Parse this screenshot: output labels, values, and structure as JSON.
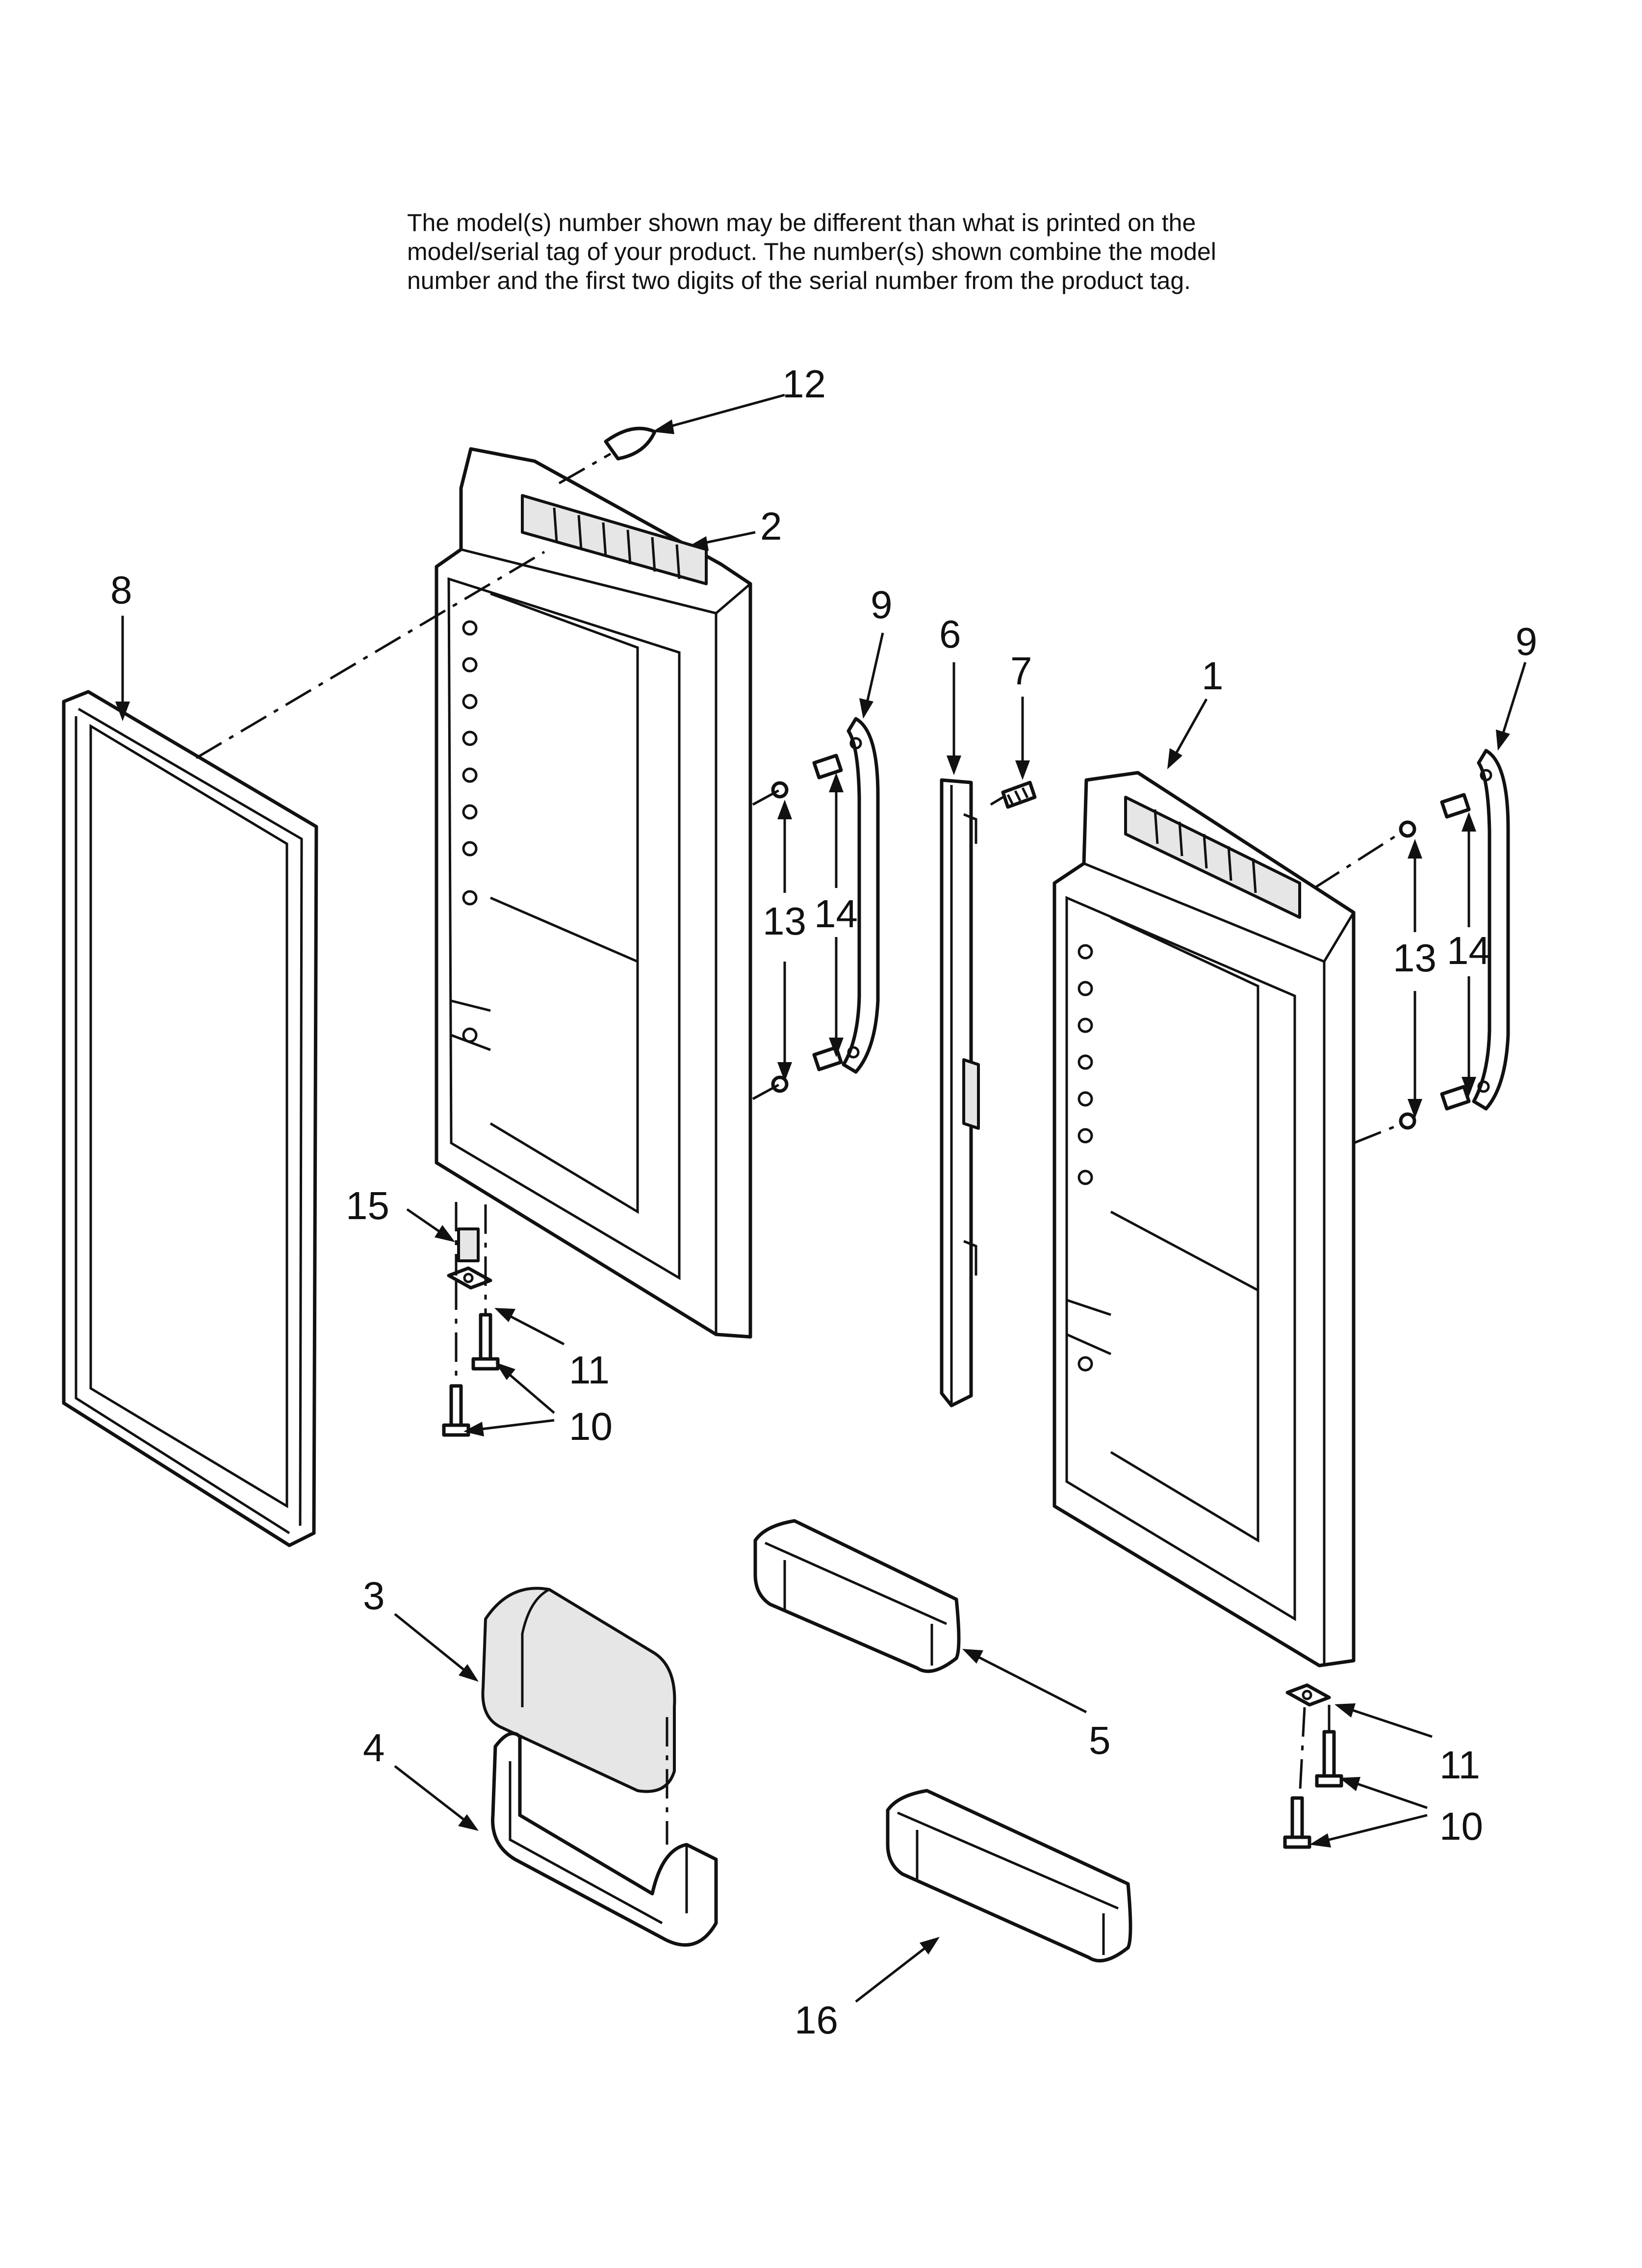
{
  "note": {
    "lines": [
      "The model(s) number shown may be different than what is printed on the",
      "model/serial tag of your product. The number(s) shown combine the model",
      "number and the first two digits of the serial number from the product tag."
    ]
  },
  "callouts": {
    "c1": "1",
    "c2": "2",
    "c3": "3",
    "c4": "4",
    "c5": "5",
    "c6": "6",
    "c7": "7",
    "c8": "8",
    "c9_left": "9",
    "c9_right": "9",
    "c10_left": "10",
    "c10_right": "10",
    "c11_left": "11",
    "c11_right": "11",
    "c12": "12",
    "c13_left": "13",
    "c13_right": "13",
    "c14_left": "14",
    "c14_right": "14",
    "c15": "15",
    "c16": "16"
  }
}
